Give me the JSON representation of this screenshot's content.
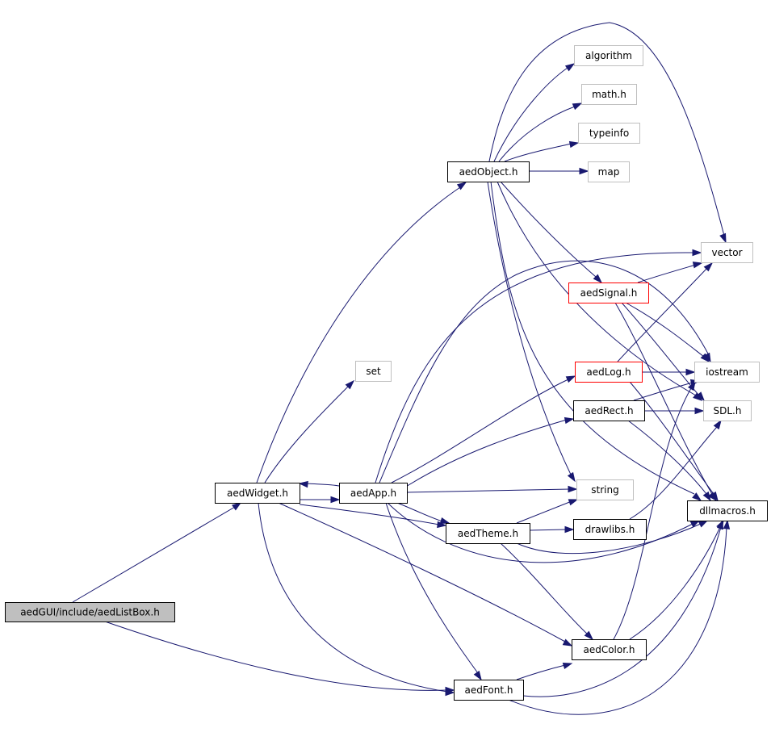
{
  "title": "aedGUI/include/aedListBox.h include dependency graph",
  "colors": {
    "edge": "#191970",
    "root_fill": "#bfbfbf",
    "documented_border": "#000000",
    "external_border": "#bfbfbf",
    "truncated_border": "#ff0000"
  },
  "nodes": [
    {
      "id": "aedListBox",
      "label": "aedGUI/include/aedListBox.h",
      "kind": "root"
    },
    {
      "id": "aedWidget",
      "label": "aedWidget.h",
      "kind": "documented"
    },
    {
      "id": "aedApp",
      "label": "aedApp.h",
      "kind": "documented"
    },
    {
      "id": "aedObject",
      "label": "aedObject.h",
      "kind": "documented"
    },
    {
      "id": "set",
      "label": "set",
      "kind": "external"
    },
    {
      "id": "algorithm",
      "label": "algorithm",
      "kind": "external"
    },
    {
      "id": "math",
      "label": "math.h",
      "kind": "external"
    },
    {
      "id": "typeinfo",
      "label": "typeinfo",
      "kind": "external"
    },
    {
      "id": "map",
      "label": "map",
      "kind": "external"
    },
    {
      "id": "vector",
      "label": "vector",
      "kind": "external"
    },
    {
      "id": "aedSignal",
      "label": "aedSignal.h",
      "kind": "truncated"
    },
    {
      "id": "aedLog",
      "label": "aedLog.h",
      "kind": "truncated"
    },
    {
      "id": "iostream",
      "label": "iostream",
      "kind": "external"
    },
    {
      "id": "aedRect",
      "label": "aedRect.h",
      "kind": "documented"
    },
    {
      "id": "SDL",
      "label": "SDL.h",
      "kind": "external"
    },
    {
      "id": "string",
      "label": "string",
      "kind": "external"
    },
    {
      "id": "dllmacros",
      "label": "dllmacros.h",
      "kind": "documented"
    },
    {
      "id": "aedTheme",
      "label": "aedTheme.h",
      "kind": "documented"
    },
    {
      "id": "drawlibs",
      "label": "drawlibs.h",
      "kind": "documented"
    },
    {
      "id": "aedColor",
      "label": "aedColor.h",
      "kind": "documented"
    },
    {
      "id": "aedFont",
      "label": "aedFont.h",
      "kind": "documented"
    }
  ],
  "edges": [
    {
      "from": "aedListBox",
      "to": "aedWidget"
    },
    {
      "from": "aedListBox",
      "to": "aedFont"
    },
    {
      "from": "aedWidget",
      "to": "aedObject"
    },
    {
      "from": "aedWidget",
      "to": "set"
    },
    {
      "from": "aedWidget",
      "to": "aedApp"
    },
    {
      "from": "aedWidget",
      "to": "aedTheme"
    },
    {
      "from": "aedWidget",
      "to": "aedColor"
    },
    {
      "from": "aedWidget",
      "to": "aedFont"
    },
    {
      "from": "aedApp",
      "to": "aedWidget"
    },
    {
      "from": "aedApp",
      "to": "vector"
    },
    {
      "from": "aedApp",
      "to": "iostream"
    },
    {
      "from": "aedApp",
      "to": "aedLog"
    },
    {
      "from": "aedApp",
      "to": "aedRect"
    },
    {
      "from": "aedApp",
      "to": "string"
    },
    {
      "from": "aedApp",
      "to": "aedTheme"
    },
    {
      "from": "aedApp",
      "to": "dllmacros"
    },
    {
      "from": "aedApp",
      "to": "aedFont"
    },
    {
      "from": "aedObject",
      "to": "algorithm"
    },
    {
      "from": "aedObject",
      "to": "math"
    },
    {
      "from": "aedObject",
      "to": "typeinfo"
    },
    {
      "from": "aedObject",
      "to": "map"
    },
    {
      "from": "aedObject",
      "to": "vector"
    },
    {
      "from": "aedObject",
      "to": "aedSignal"
    },
    {
      "from": "aedObject",
      "to": "SDL"
    },
    {
      "from": "aedObject",
      "to": "string"
    },
    {
      "from": "aedObject",
      "to": "dllmacros"
    },
    {
      "from": "aedSignal",
      "to": "vector"
    },
    {
      "from": "aedSignal",
      "to": "iostream"
    },
    {
      "from": "aedSignal",
      "to": "SDL"
    },
    {
      "from": "aedSignal",
      "to": "dllmacros"
    },
    {
      "from": "aedLog",
      "to": "vector"
    },
    {
      "from": "aedLog",
      "to": "iostream"
    },
    {
      "from": "aedLog",
      "to": "dllmacros"
    },
    {
      "from": "aedRect",
      "to": "iostream"
    },
    {
      "from": "aedRect",
      "to": "SDL"
    },
    {
      "from": "aedRect",
      "to": "dllmacros"
    },
    {
      "from": "aedTheme",
      "to": "string"
    },
    {
      "from": "aedTheme",
      "to": "drawlibs"
    },
    {
      "from": "aedTheme",
      "to": "dllmacros"
    },
    {
      "from": "aedTheme",
      "to": "aedColor"
    },
    {
      "from": "drawlibs",
      "to": "SDL"
    },
    {
      "from": "aedColor",
      "to": "iostream"
    },
    {
      "from": "aedColor",
      "to": "dllmacros"
    },
    {
      "from": "aedFont",
      "to": "aedColor"
    },
    {
      "from": "aedFont",
      "to": "dllmacros"
    },
    {
      "from": "aedFont",
      "to": "dllmacros"
    }
  ]
}
